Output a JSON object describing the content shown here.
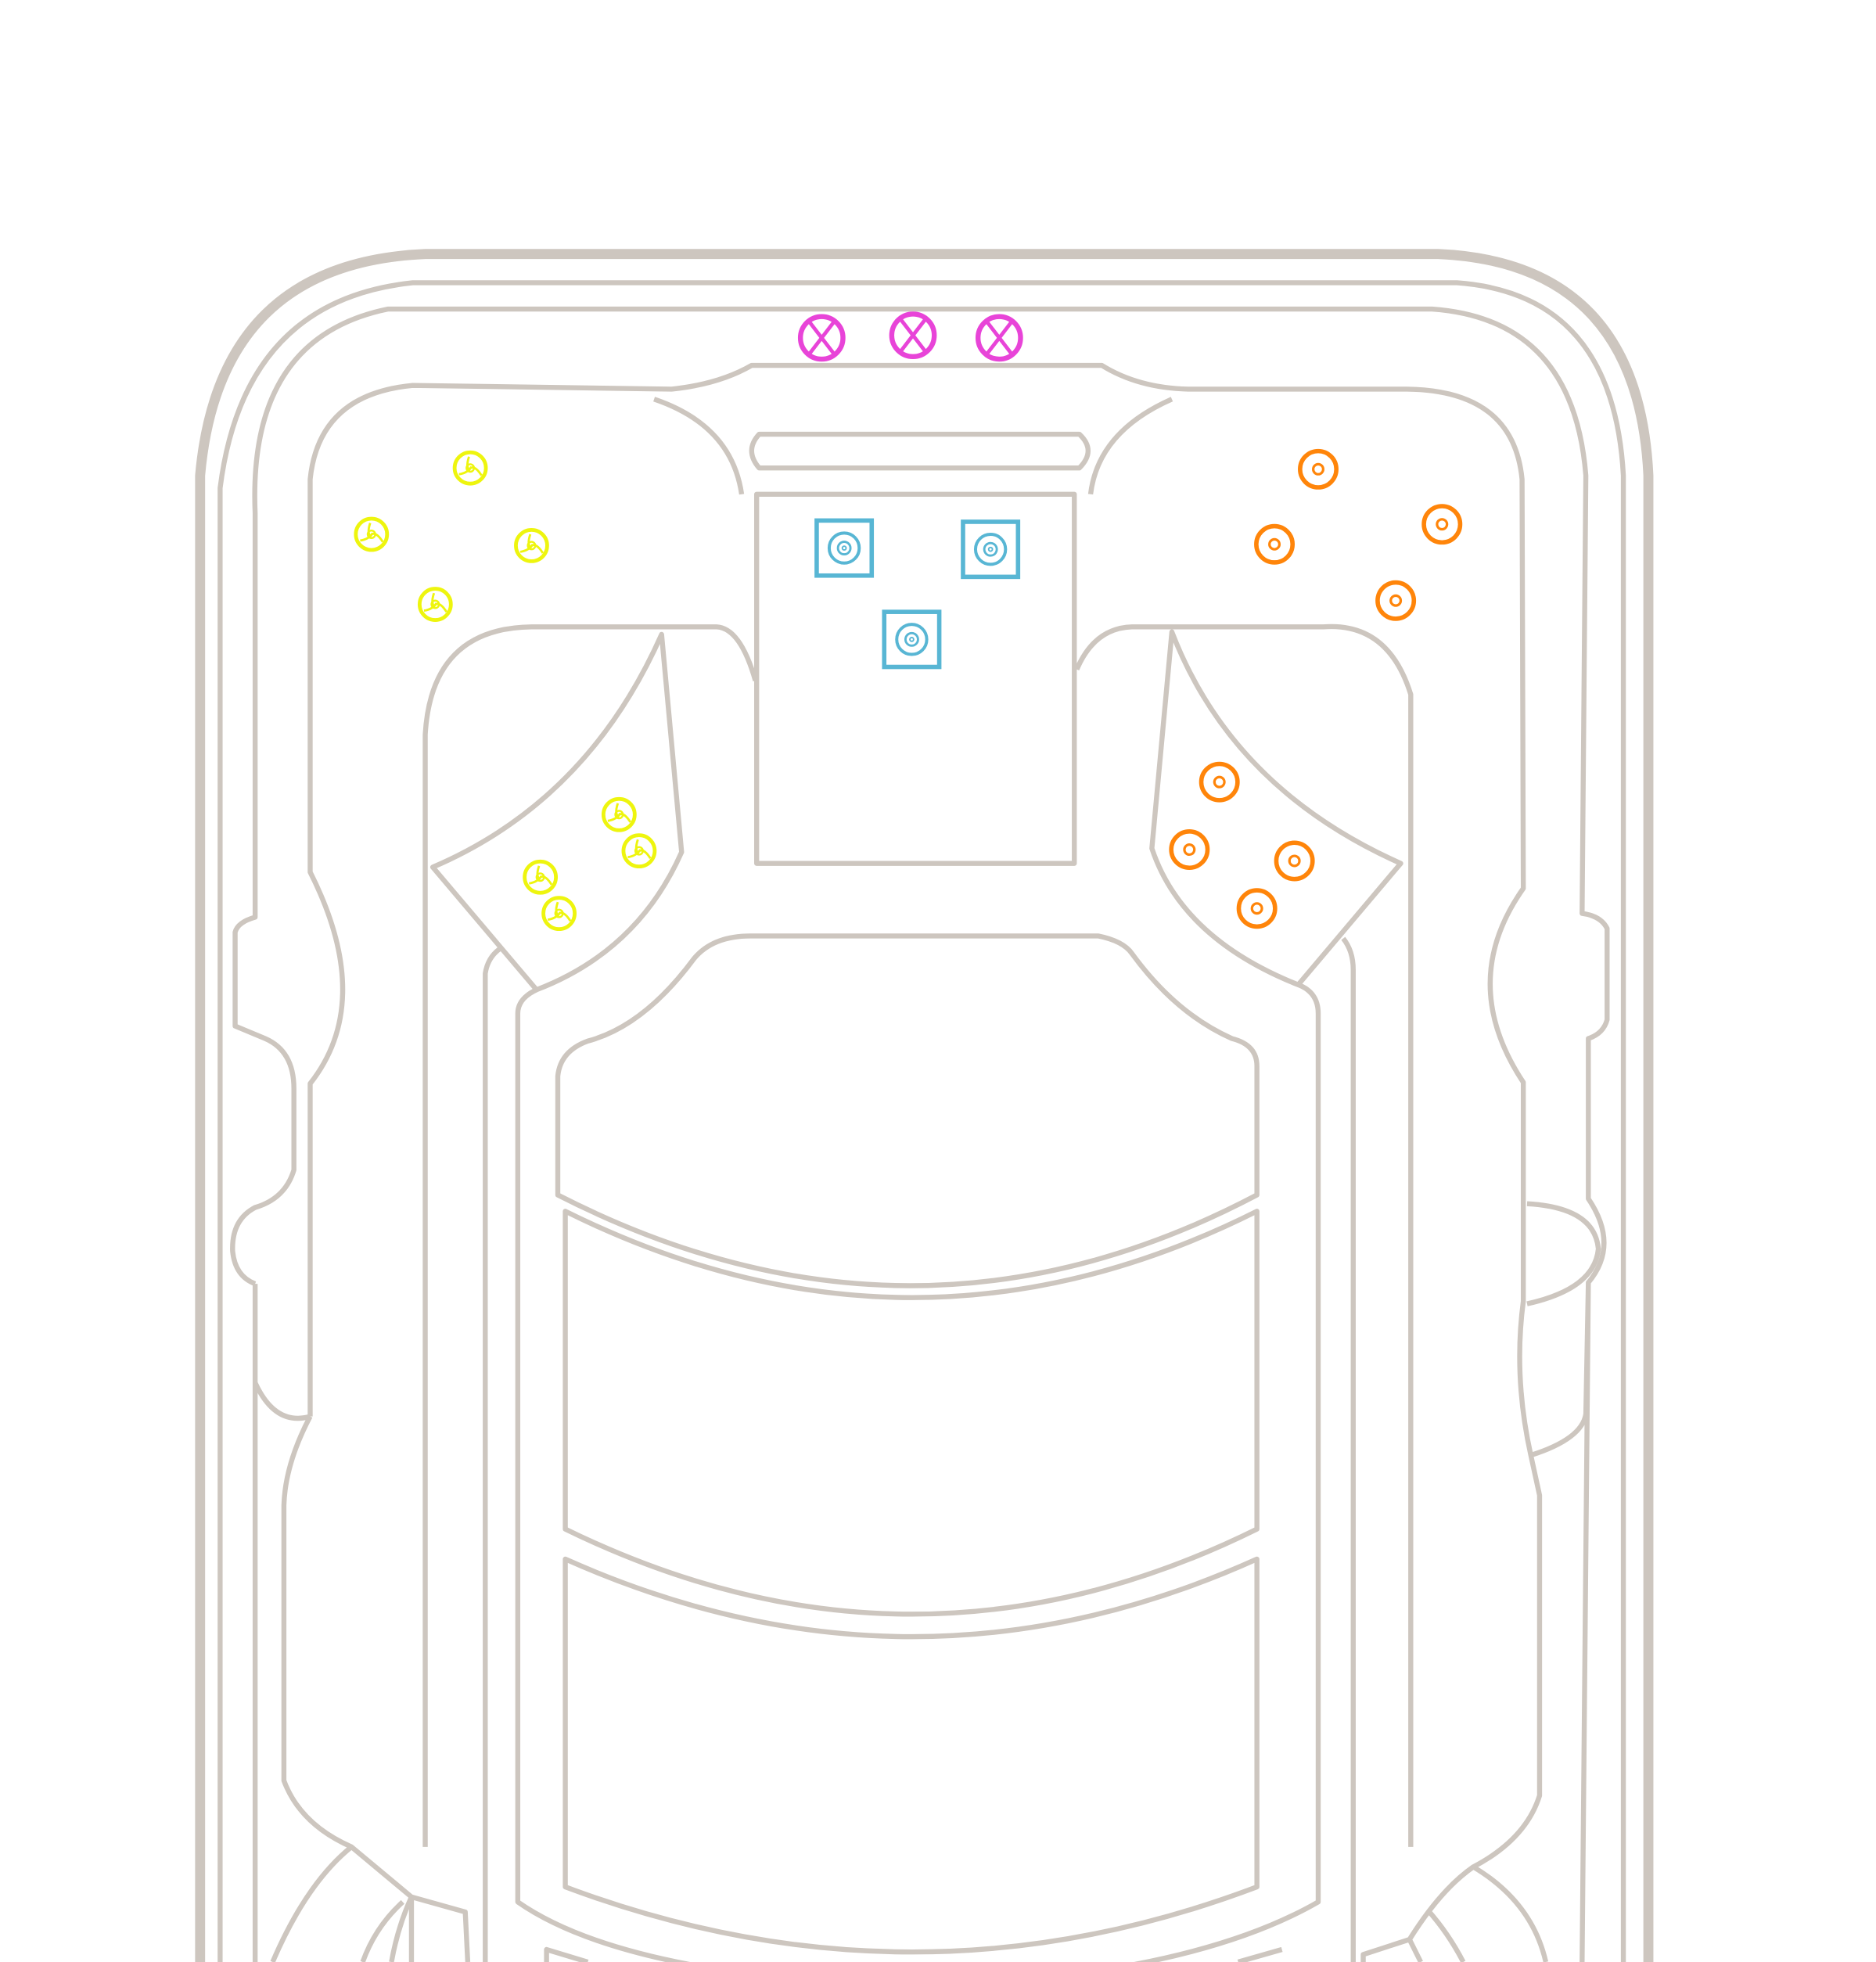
{
  "colors": {
    "outline": "#cdc6bf",
    "background": "#ffffff"
  },
  "jet_groups": [
    {
      "id": "magenta-x-jets",
      "icon": "circle-x-icon",
      "color": "#e844d8"
    },
    {
      "id": "blue-square-jets",
      "icon": "square-target-icon",
      "color": "#58b6d4"
    },
    {
      "id": "yellow-swirl-jets",
      "icon": "swirl-jet-icon",
      "color": "#eef50e"
    },
    {
      "id": "orange-ring-jets",
      "icon": "ring-jet-icon",
      "color": "#ff850a"
    }
  ]
}
